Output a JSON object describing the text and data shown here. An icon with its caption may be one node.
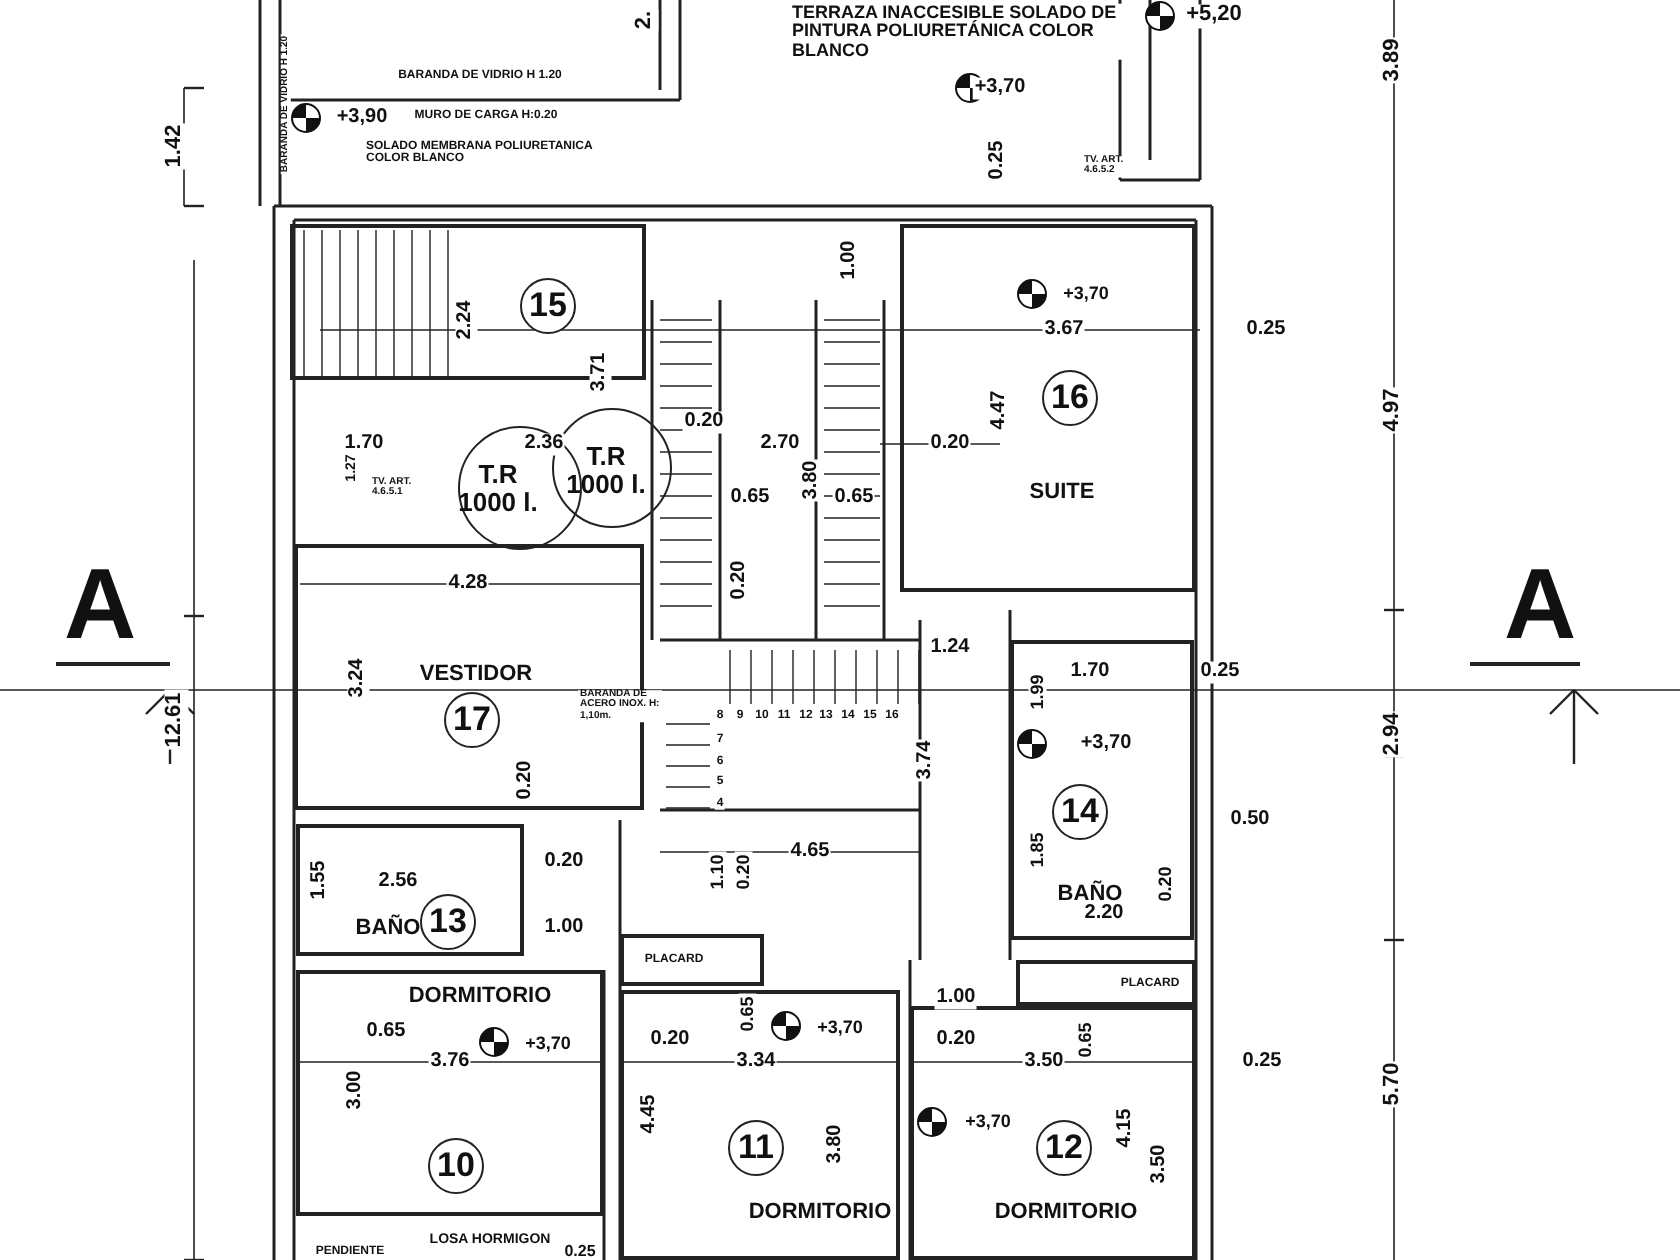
{
  "diagram": {
    "nodes": [
      {
        "text": [
          "15"
        ]
      },
      {
        "text": [
          "16",
          "SUITE"
        ]
      },
      {
        "text": [
          "VESTIDOR",
          "17"
        ]
      },
      {
        "text": [
          "BAÑO",
          "13"
        ]
      },
      {
        "text": [
          "14",
          "BAÑO"
        ]
      },
      {
        "text": [
          "DORMITORIO",
          "10"
        ]
      },
      {
        "text": [
          "11",
          "DORMITORIO"
        ]
      },
      {
        "text": [
          "12",
          "DORMITORIO"
        ]
      },
      {
        "text": [
          "PLACARD"
        ]
      },
      {
        "text": [
          "PLACARD"
        ]
      },
      {
        "text": [
          "T.R 1000 l."
        ]
      },
      {
        "text": [
          "T.R 1000 l."
        ]
      }
    ],
    "labels": [
      "2.",
      "TERRAZA INACCESIBLE SOLADO DE PINTURA POLIURETÁNICA COLOR BLANCO",
      "+5,20",
      "3.89",
      "BARANDA DE VIDRIO H 1.20",
      "BARANDA DE VIDRIO H 1.20",
      "+3,90",
      "MURO DE CARGA H:0.20",
      "SOLADO MEMBRANA POLIURETANICA COLOR BLANCO",
      "+3,70",
      "1.42",
      "0.25",
      "TV. ART. 4.6.5.2",
      "1.00",
      "+3,70",
      "3.67",
      "0.25",
      "2.24",
      "3.71",
      "4.47",
      "4.97",
      "1.70",
      "1.27",
      "TV. ART. 4.6.5.1",
      "2.36",
      "0.20",
      "2.70",
      "3.80",
      "0.65",
      "0.20",
      "0.65",
      "A",
      "A",
      "4.28",
      "0.20",
      "12.61",
      "3.24",
      "BARANDA DE ACERO INOX. H: 1,10m.",
      "1.24",
      "1.70",
      "0.25",
      "1.99",
      "+3,70",
      "2.94",
      "3.74",
      "8",
      "9",
      "10",
      "11",
      "12",
      "13",
      "14",
      "15",
      "16",
      "7",
      "6",
      "5",
      "4",
      "0.20",
      "0.50",
      "1.55",
      "2.56",
      "0.20",
      "1.10",
      "0.20",
      "4.65",
      "1.85",
      "2.20",
      "0.20",
      "1.00",
      "1.00",
      "0.65",
      "+3,70",
      "0.20",
      "0.65",
      "+3,70",
      "3.76",
      "3.34",
      "0.20",
      "3.50",
      "0.65",
      "0.25",
      "3.00",
      "4.45",
      "3.80",
      "+3,70",
      "4.15",
      "3.50",
      "5.70",
      "PENDIENTE",
      "LOSA HORMIGON",
      "0.25"
    ]
  }
}
